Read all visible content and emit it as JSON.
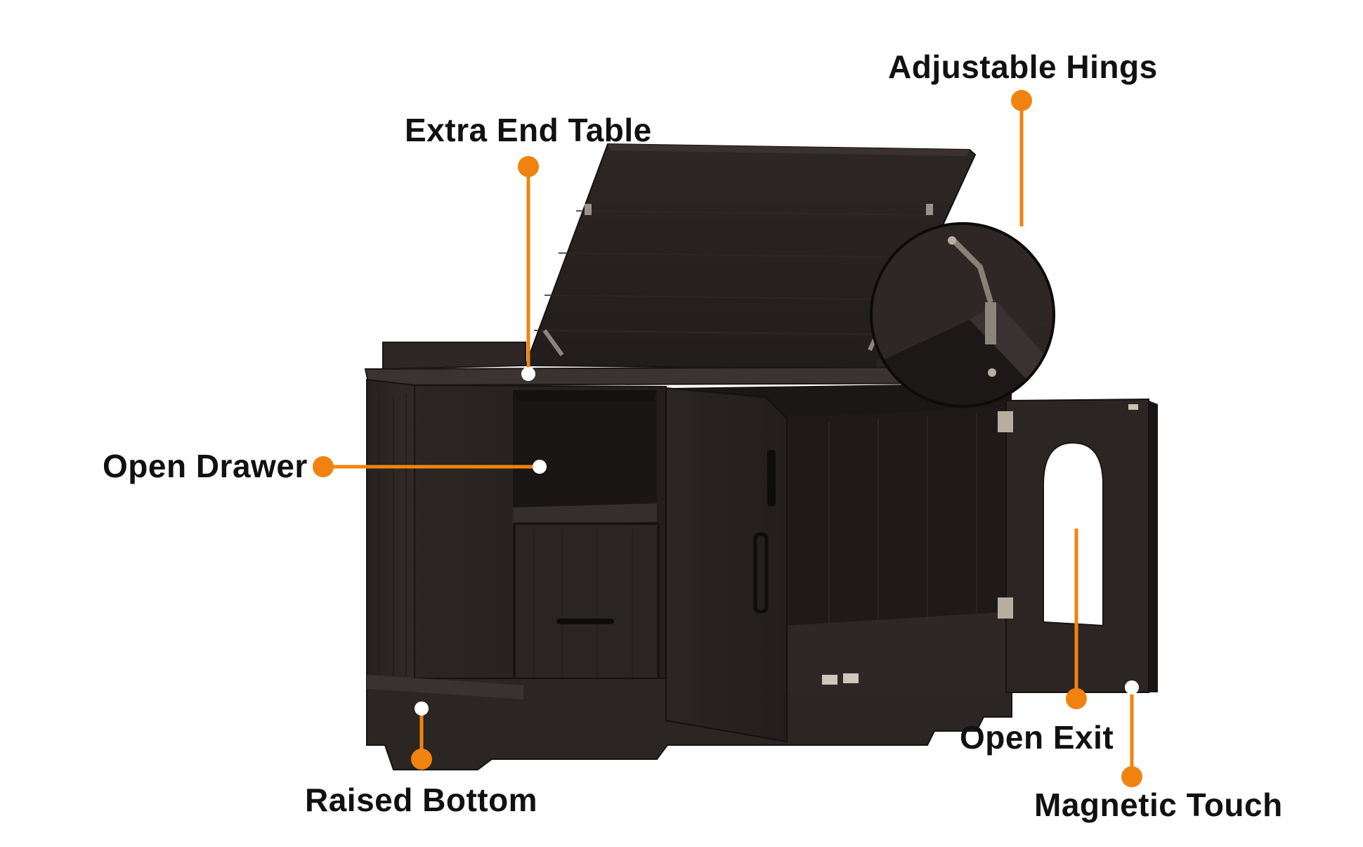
{
  "image": {
    "subject": "dark espresso wooden cat litter box enclosure with lift-top end table, open drawer and open door",
    "colors": {
      "accent": "#F0830F",
      "marker_end": "#FFFFFF",
      "wood": "#2A2422",
      "wood_dark": "#1B1716",
      "background": "#FFFFFF"
    }
  },
  "callouts": {
    "adjustable_hings": "Adjustable Hings",
    "extra_end_table": "Extra End Table",
    "open_drawer": "Open Drawer",
    "open_exit": "Open Exit",
    "raised_bottom": "Raised Bottom",
    "magnetic_touch": "Magnetic Touch"
  }
}
